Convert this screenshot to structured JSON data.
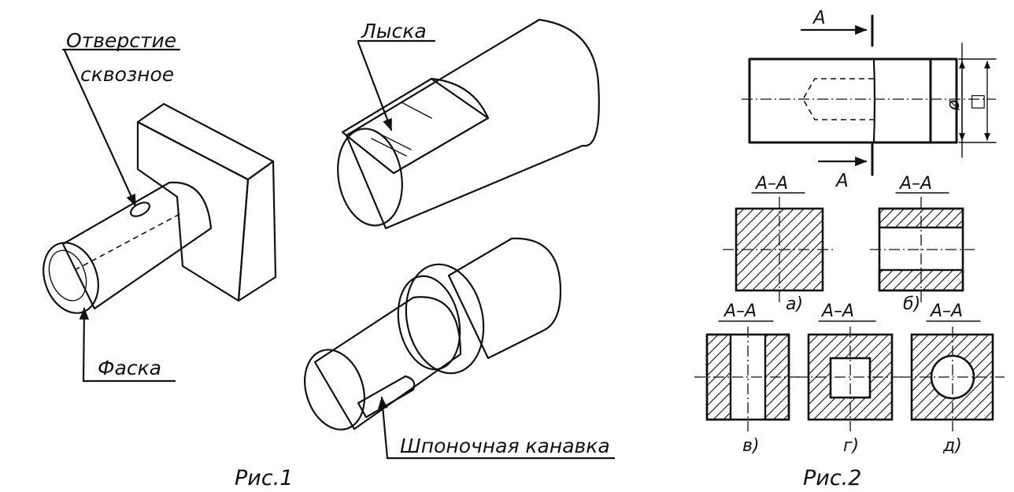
{
  "fig1": {
    "hole_label_line1": "Отверстие",
    "hole_label_line2": "сквозное",
    "chamfer_label": "Фаска",
    "flat_label": "Лыска",
    "keyway_label": "Шпоночная канавка",
    "caption": "Рис.1"
  },
  "fig2": {
    "cut_letter_top": "A",
    "cut_letter_bottom": "A",
    "diameter_symbol": "ø",
    "square_symbol": "□",
    "section_title": "A–A",
    "sections": [
      {
        "title": "A–A",
        "letter": "а)"
      },
      {
        "title": "A–A",
        "letter": "б)"
      },
      {
        "title": "A–A",
        "letter": "в)"
      },
      {
        "title": "A–A",
        "letter": "г)"
      },
      {
        "title": "A–A",
        "letter": "д)"
      }
    ],
    "caption": "Рис.2"
  }
}
